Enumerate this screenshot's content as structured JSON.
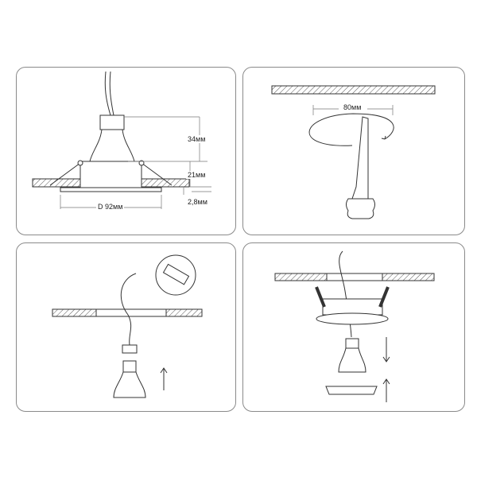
{
  "panels": {
    "dimensions": {
      "height_top": "34мм",
      "height_mid": "21мм",
      "flange": "2,8мм",
      "diameter": "D 92мм"
    },
    "cutout": {
      "hole_diameter": "80мм"
    }
  },
  "colors": {
    "line": "#333333",
    "border": "#8a8a8a",
    "hatch": "#555555"
  }
}
